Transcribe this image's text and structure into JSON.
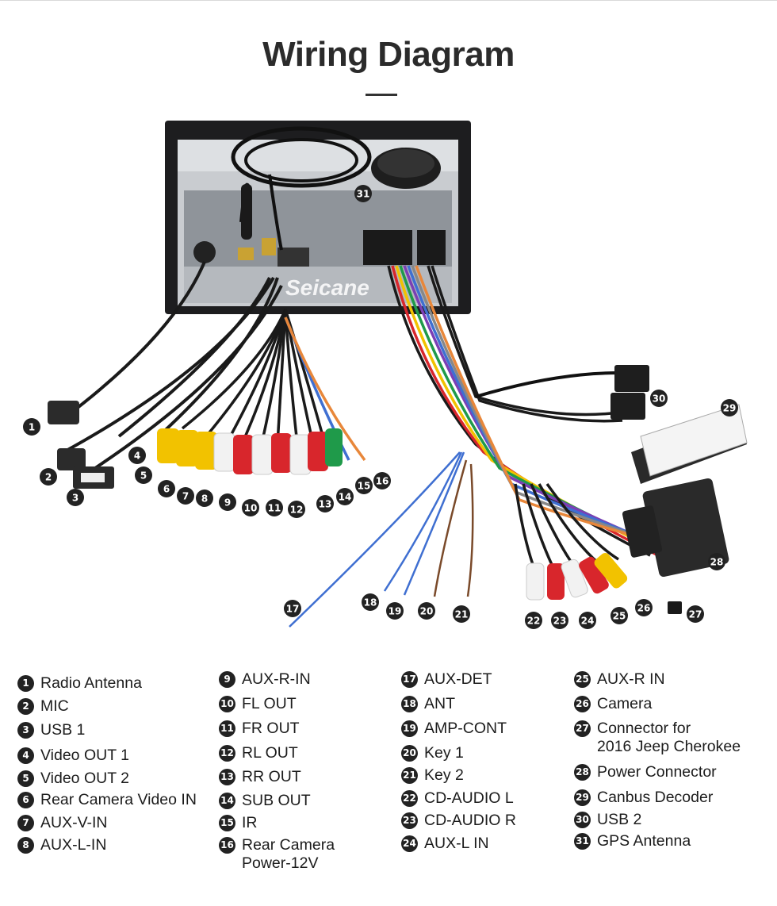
{
  "header": {
    "title": "Wiring Diagram"
  },
  "unit": {
    "brand": "Seicane"
  },
  "legend": [
    {
      "n": "1",
      "label": "Radio Antenna"
    },
    {
      "n": "2",
      "label": "MIC"
    },
    {
      "n": "3",
      "label": "USB 1"
    },
    {
      "n": "4",
      "label": "Video OUT 1"
    },
    {
      "n": "5",
      "label": "Video OUT 2"
    },
    {
      "n": "6",
      "label": "Rear Camera Video IN"
    },
    {
      "n": "7",
      "label": "AUX-V-IN"
    },
    {
      "n": "8",
      "label": "AUX-L-IN"
    },
    {
      "n": "9",
      "label": "AUX-R-IN"
    },
    {
      "n": "10",
      "label": "FL OUT"
    },
    {
      "n": "11",
      "label": "FR OUT"
    },
    {
      "n": "12",
      "label": "RL OUT"
    },
    {
      "n": "13",
      "label": "RR OUT"
    },
    {
      "n": "14",
      "label": "SUB OUT"
    },
    {
      "n": "15",
      "label": "IR"
    },
    {
      "n": "16",
      "label": "Rear Camera\nPower-12V"
    },
    {
      "n": "17",
      "label": "AUX-DET"
    },
    {
      "n": "18",
      "label": "ANT"
    },
    {
      "n": "19",
      "label": "AMP-CONT"
    },
    {
      "n": "20",
      "label": "Key 1"
    },
    {
      "n": "21",
      "label": "Key 2"
    },
    {
      "n": "22",
      "label": "CD-AUDIO L"
    },
    {
      "n": "23",
      "label": "CD-AUDIO R"
    },
    {
      "n": "24",
      "label": "AUX-L IN"
    },
    {
      "n": "25",
      "label": "AUX-R IN"
    },
    {
      "n": "26",
      "label": "Camera"
    },
    {
      "n": "27",
      "label": "Connector for\n2016 Jeep Cherokee"
    },
    {
      "n": "28",
      "label": "Power Connector"
    },
    {
      "n": "29",
      "label": "Canbus Decoder"
    },
    {
      "n": "30",
      "label": "USB 2"
    },
    {
      "n": "31",
      "label": "GPS Antenna"
    }
  ],
  "colors": {
    "badge": "#222222",
    "rca_yellow": "#f2c200",
    "rca_red": "#d8262c",
    "rca_white": "#f2f2f2",
    "rca_green": "#1f9a4a",
    "wire_blue": "#3f6fd1",
    "wire_black": "#1a1a1a"
  }
}
